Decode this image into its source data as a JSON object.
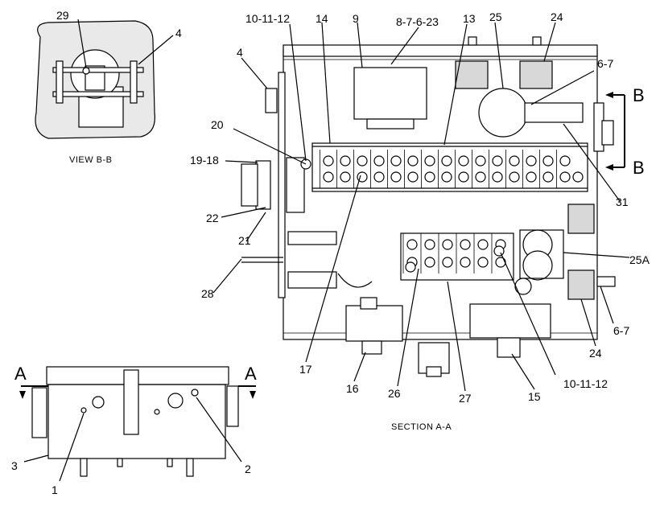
{
  "view_bb": {
    "caption": "VIEW  B-B",
    "callouts": {
      "c29": "29",
      "c4": "4"
    }
  },
  "section_aa": {
    "caption": "SECTION  A-A",
    "callouts": {
      "c10_11_12_top": "10-11-12",
      "c14": "14",
      "c9": "9",
      "c8_7_6_23": "8-7-6-23",
      "c13": "13",
      "c25": "25",
      "c24_top": "24",
      "c4_left": "4",
      "c6_7_top": "6-7",
      "c20": "20",
      "c19_18": "19-18",
      "c22": "22",
      "c21": "21",
      "c31": "31",
      "c25a": "25A",
      "c28": "28",
      "c6_7_bottom": "6-7",
      "c24_bottom": "24",
      "c17": "17",
      "c16": "16",
      "c26": "26",
      "c27": "27",
      "c15": "15",
      "c10_11_12_bottom": "10-11-12"
    },
    "view_marker_top": "B",
    "view_marker_bottom": "B"
  },
  "side_view": {
    "marker_left": "A",
    "marker_right": "A",
    "callouts": {
      "c3": "3",
      "c1": "1",
      "c2": "2"
    }
  }
}
